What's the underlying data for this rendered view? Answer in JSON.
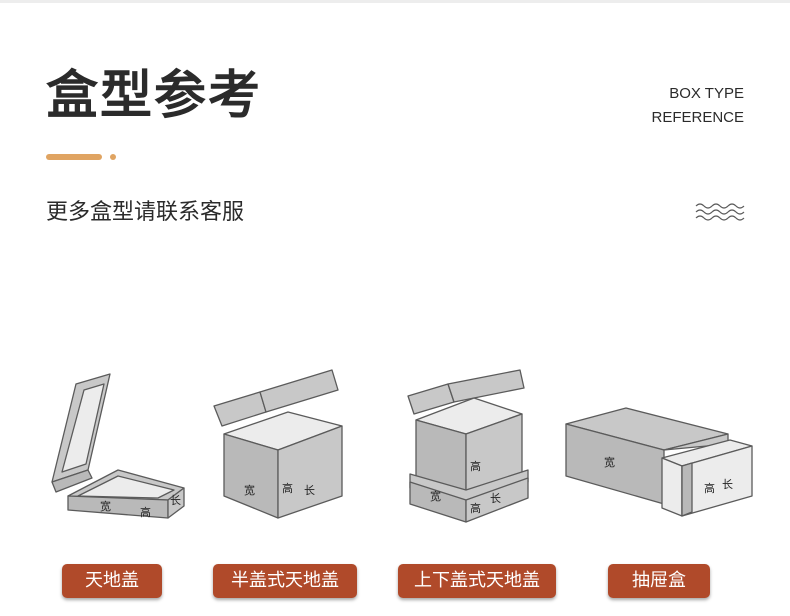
{
  "header": {
    "title": "盒型参考",
    "en_line1": "BOX TYPE",
    "en_line2": "REFERENCE",
    "accent_color": "#e0a462"
  },
  "subtitle": "更多盒型请联系客服",
  "decor": {
    "waves": "wave-lines-icon"
  },
  "dimension_labels": {
    "width": "宽",
    "height": "高",
    "length": "长"
  },
  "boxes": [
    {
      "label": "天地盖"
    },
    {
      "label": "半盖式天地盖"
    },
    {
      "label": "上下盖式天地盖"
    },
    {
      "label": "抽屉盒"
    }
  ],
  "label_color": "#b04a2a"
}
